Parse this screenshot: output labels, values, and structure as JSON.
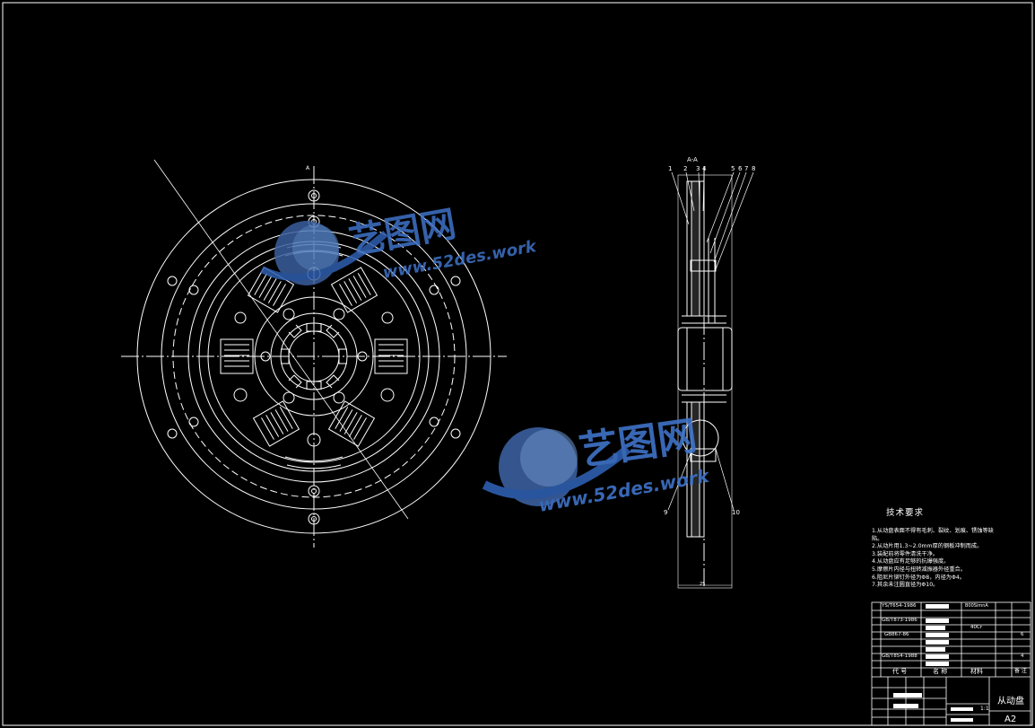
{
  "drawing": {
    "section_label": "A-A",
    "axis_letter_top": "A",
    "part_callouts": [
      "1",
      "2",
      "3",
      "4",
      "5",
      "6",
      "7",
      "8"
    ],
    "lower_callouts": [
      "9",
      "10"
    ],
    "bottom_dimension": "25"
  },
  "watermark": {
    "brand": "艺图网",
    "url": "www.52des.work"
  },
  "tech_requirements": {
    "title": "技术要求",
    "lines": [
      "1.从动盘表面不得有毛刺、裂纹、划痕、锈蚀等缺",
      "陷。",
      "2.从动片用1.3~2.0mm厚的钢板冲制而成。",
      "3.装配前将零件清洗干净。",
      "4.从动盘应有足够的抗爆强度。",
      "5.摩擦片内径与扭转减振器外径重合。",
      "6.阻尼片铆钉外径为Φ8，内径为Φ4。",
      "7.其余未注圆直径为Φ10。"
    ]
  },
  "bom": {
    "rows": [
      {
        "code": "YS/T654-1986",
        "material": "B00SimnA",
        "qty": ""
      },
      {
        "code": "GB/T873-1986",
        "material": "",
        "qty": ""
      },
      {
        "code": "",
        "material": "40Cr",
        "qty": ""
      },
      {
        "code": "GB867-86",
        "material": "",
        "qty": "6"
      },
      {
        "code": "",
        "material": "",
        "qty": ""
      },
      {
        "code": "",
        "material": "",
        "qty": ""
      },
      {
        "code": "GB/T854-1988",
        "material": "",
        "qty": "4"
      },
      {
        "code": "",
        "material": "",
        "qty": ""
      }
    ],
    "header": {
      "code": "代 号",
      "name": "名 称",
      "material": "材料",
      "remark": "备 注"
    }
  },
  "title_block": {
    "part_name": "从动盘",
    "sheet_size": "A2",
    "scale": "1:1"
  }
}
